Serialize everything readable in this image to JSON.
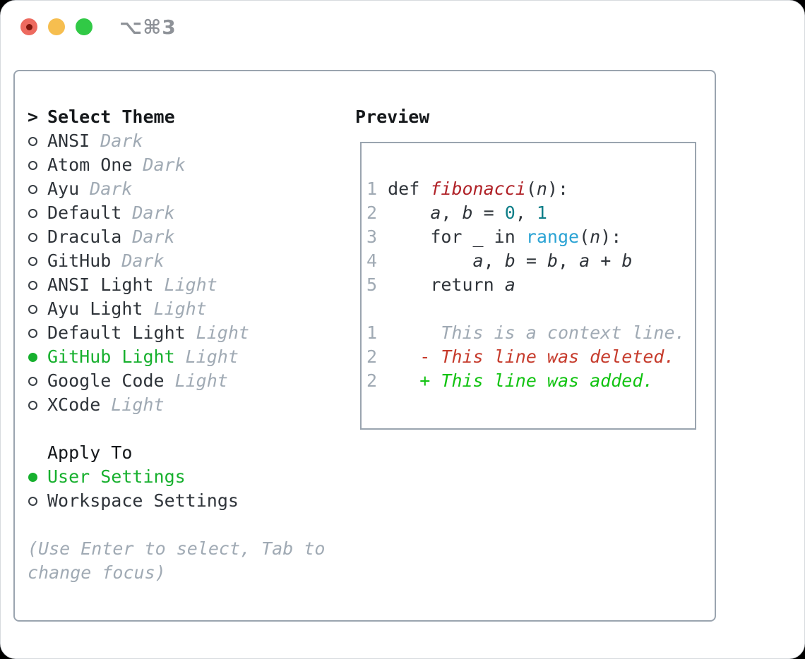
{
  "window": {
    "title": "⌥⌘3"
  },
  "colors": {
    "border": "#9aa4af",
    "muted": "#a0aab4",
    "dark": "#2f343a",
    "black": "#15181b",
    "sel_green": "#17b02e",
    "add_green": "#12c312",
    "del_red": "#c63b2c",
    "fn_red": "#b02228",
    "num_teal": "#0e7e88",
    "call_blue": "#2ba3d4",
    "t_red": "#ed6a5f",
    "t_red_dot": "#7f150c",
    "t_yellow": "#f6be4f",
    "t_green": "#31c946",
    "title_grey": "#8e9298"
  },
  "theme_menu": {
    "prompt": ">",
    "title": "Select Theme",
    "items": [
      {
        "name": "ANSI",
        "variant": "Dark",
        "selected": false
      },
      {
        "name": "Atom One",
        "variant": "Dark",
        "selected": false
      },
      {
        "name": "Ayu",
        "variant": "Dark",
        "selected": false
      },
      {
        "name": "Default",
        "variant": "Dark",
        "selected": false
      },
      {
        "name": "Dracula",
        "variant": "Dark",
        "selected": false
      },
      {
        "name": "GitHub",
        "variant": "Dark",
        "selected": false
      },
      {
        "name": "ANSI Light",
        "variant": "Light",
        "selected": false
      },
      {
        "name": "Ayu Light",
        "variant": "Light",
        "selected": false
      },
      {
        "name": "Default Light",
        "variant": "Light",
        "selected": false
      },
      {
        "name": "GitHub Light",
        "variant": "Light",
        "selected": true
      },
      {
        "name": "Google Code",
        "variant": "Light",
        "selected": false
      },
      {
        "name": "XCode",
        "variant": "Light",
        "selected": false
      }
    ]
  },
  "apply_to": {
    "title": "Apply To",
    "options": [
      {
        "name": "User Settings",
        "selected": true
      },
      {
        "name": "Workspace Settings",
        "selected": false
      }
    ]
  },
  "hint_lines": [
    "(Use Enter to select, Tab to",
    "change focus)"
  ],
  "preview": {
    "title": "Preview",
    "code_lines": [
      {
        "ln": "1",
        "segs": [
          {
            "t": "def ",
            "s": "d"
          },
          {
            "t": "fibonacci",
            "s": "fn"
          },
          {
            "t": "(",
            "s": "d"
          },
          {
            "t": "n",
            "s": "v"
          },
          {
            "t": "):",
            "s": "d"
          }
        ]
      },
      {
        "ln": "2",
        "segs": [
          {
            "t": "    ",
            "s": "d"
          },
          {
            "t": "a",
            "s": "v"
          },
          {
            "t": ", ",
            "s": "d"
          },
          {
            "t": "b",
            "s": "v"
          },
          {
            "t": " = ",
            "s": "d"
          },
          {
            "t": "0",
            "s": "num"
          },
          {
            "t": ", ",
            "s": "d"
          },
          {
            "t": "1",
            "s": "num"
          }
        ]
      },
      {
        "ln": "3",
        "segs": [
          {
            "t": "    for _ in ",
            "s": "d"
          },
          {
            "t": "range",
            "s": "call"
          },
          {
            "t": "(",
            "s": "d"
          },
          {
            "t": "n",
            "s": "v"
          },
          {
            "t": "):",
            "s": "d"
          }
        ]
      },
      {
        "ln": "4",
        "segs": [
          {
            "t": "        ",
            "s": "d"
          },
          {
            "t": "a",
            "s": "v"
          },
          {
            "t": ", ",
            "s": "d"
          },
          {
            "t": "b",
            "s": "v"
          },
          {
            "t": " = ",
            "s": "d"
          },
          {
            "t": "b",
            "s": "v"
          },
          {
            "t": ", ",
            "s": "d"
          },
          {
            "t": "a",
            "s": "v"
          },
          {
            "t": " + ",
            "s": "d"
          },
          {
            "t": "b",
            "s": "v"
          }
        ]
      },
      {
        "ln": "5",
        "segs": [
          {
            "t": "    return ",
            "s": "d"
          },
          {
            "t": "a",
            "s": "v"
          }
        ]
      }
    ],
    "diff_lines": [
      {
        "ln": "1",
        "marker": "",
        "kind": "context",
        "text": "This is a context line."
      },
      {
        "ln": "2",
        "marker": "-",
        "kind": "deleted",
        "text": "This line was deleted."
      },
      {
        "ln": "2",
        "marker": "+",
        "kind": "added",
        "text": "This line was added."
      }
    ]
  }
}
